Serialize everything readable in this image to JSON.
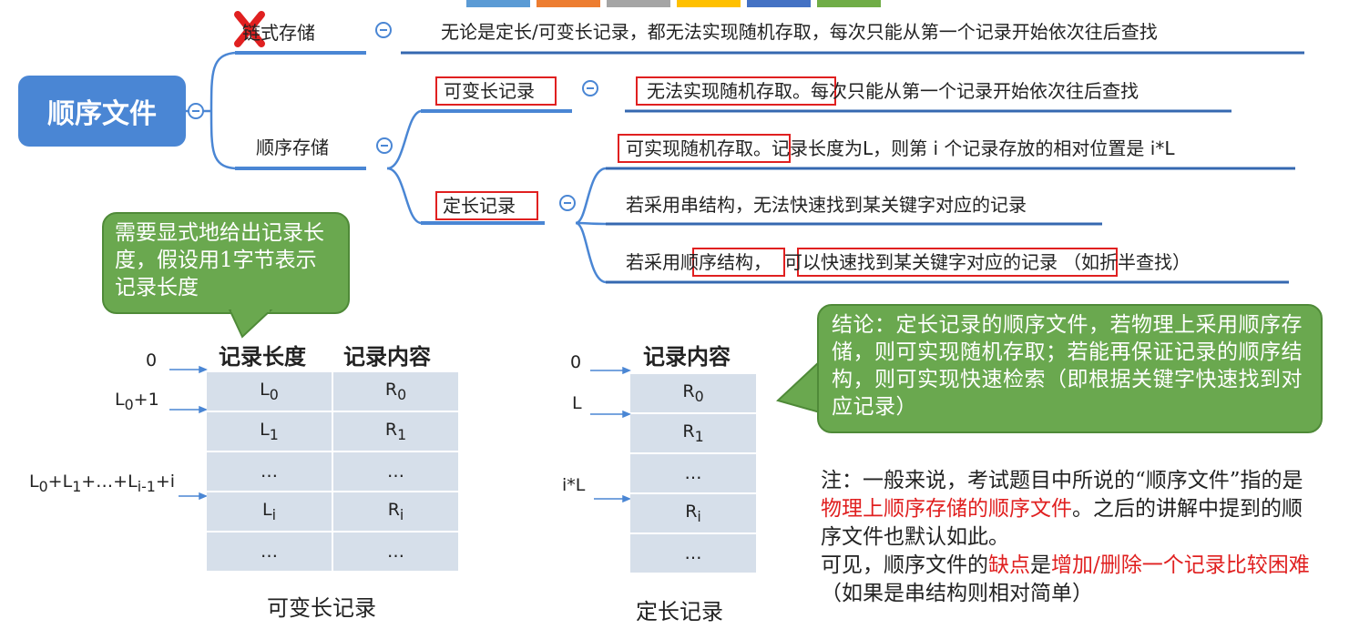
{
  "root_label": "顺序文件",
  "branches": {
    "linked": {
      "label": "链式存储",
      "desc": "无论是定长/可变长记录，都无法实现随机存取，每次只能从第一个记录开始依次往后查找"
    },
    "sequential": {
      "label": "顺序存储"
    },
    "variable": {
      "label": "可变长记录",
      "desc_box": "无法实现随机存取。",
      "desc_rest": "每次只能从第一个记录开始依次往后查找"
    },
    "fixed": {
      "label": "定长记录",
      "item1_box": "可实现随机存取。",
      "item1_rest": "记录长度为L，则第 i 个记录存放的相对位置是 i*L",
      "item2": "若采用串结构，无法快速找到某关键字对应的记录",
      "item3_pre": "若采用",
      "item3_box1": "顺序结构，",
      "item3_box2": "可以快速找到某关键字对应的记录",
      "item3_post": "（如折半查找）"
    }
  },
  "bubble_left": "需要显式地给出记录长度，假设用1字节表示记录长度",
  "bubble_right": "结论：定长记录的顺序文件，若物理上采用顺序存储，则可实现随机存取；若能再保证记录的顺序结构，则可实现快速检索（即根据关键字快速找到对应记录）",
  "var_table": {
    "headers": [
      "记录长度",
      "记录内容"
    ],
    "rows": [
      [
        "L0",
        "R0"
      ],
      [
        "L1",
        "R1"
      ],
      [
        "…",
        "…"
      ],
      [
        "Li",
        "Ri"
      ],
      [
        "…",
        "…"
      ]
    ],
    "offsets": [
      "0",
      "L0+1",
      "L0+L1+…+Li-1+i"
    ],
    "caption": "可变长记录"
  },
  "fixed_table": {
    "header": "记录内容",
    "rows": [
      "R0",
      "R1",
      "…",
      "Ri",
      "…"
    ],
    "offsets": [
      "0",
      "L",
      "i*L"
    ],
    "caption": "定长记录"
  },
  "note": {
    "p1": "注：一般来说，考试题目中所说的“顺序文件”指的是",
    "p1_red": "物理上顺序存储的顺序文件",
    "p1_end": "。之后的讲解中提到的顺序文件也默认如此。",
    "p2": "可见，顺序文件的",
    "p2_red1": "缺点",
    "p2_mid": "是",
    "p2_red2": "增加/删除一个记录比较困难",
    "p2_end": "（如果是串结构则相对简单）"
  },
  "colors": {
    "node_blue": "#4a86d4",
    "bubble_green": "#6aa84f",
    "highlight_red": "#e02020",
    "cell_fill": "#d6dfea"
  }
}
